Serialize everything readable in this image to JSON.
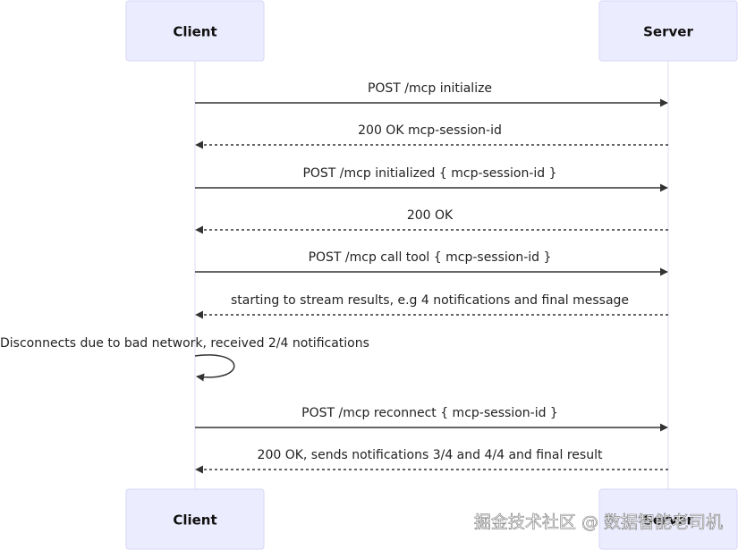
{
  "participants": {
    "client": "Client",
    "server": "Server"
  },
  "messages": [
    {
      "text": "POST /mcp initialize",
      "direction": "client-to-server",
      "style": "solid"
    },
    {
      "text": "200 OK mcp-session-id",
      "direction": "server-to-client",
      "style": "dashed"
    },
    {
      "text": "POST /mcp initialized { mcp-session-id }",
      "direction": "client-to-server",
      "style": "solid"
    },
    {
      "text": "200 OK",
      "direction": "server-to-client",
      "style": "dashed"
    },
    {
      "text": "POST /mcp call tool { mcp-session-id }",
      "direction": "client-to-server",
      "style": "solid"
    },
    {
      "text": "starting to stream results, e.g 4 notifications and final message",
      "direction": "server-to-client",
      "style": "dashed"
    },
    {
      "text": "Disconnects due to bad network, received 2/4 notifications",
      "direction": "self-client",
      "style": "solid"
    },
    {
      "text": "POST /mcp reconnect { mcp-session-id }",
      "direction": "client-to-server",
      "style": "solid"
    },
    {
      "text": "200 OK, sends notifications 3/4 and 4/4 and final result",
      "direction": "server-to-client",
      "style": "dashed"
    }
  ],
  "watermark": "掘金技术社区 @ 数据智能老司机",
  "colors": {
    "actor_fill": "#ececff",
    "actor_border": "#d6d6f5",
    "line": "#333333"
  }
}
